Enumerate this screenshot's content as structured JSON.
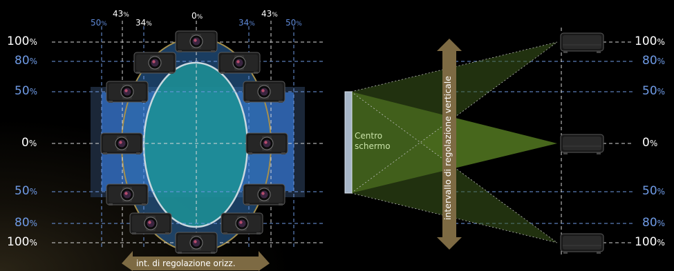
{
  "colors": {
    "background": "#000000",
    "white_line": "#d9d9d9",
    "blue_line": "#6f9be6",
    "screen_blue": "#2d5fa6",
    "ellipse_teal": "#1d8f95",
    "arrow_gold": "#7d6a43",
    "beam_green": "#5f8a26"
  },
  "icons": {
    "projector_front": "projector-front-icon",
    "projector_side": "projector-side-icon"
  },
  "top_labels": {
    "left_50": {
      "num": "50",
      "unit": "%"
    },
    "left_43": {
      "num": "43",
      "unit": "%"
    },
    "left_34": {
      "num": "34",
      "unit": "%"
    },
    "center_0": {
      "num": "0",
      "unit": "%"
    },
    "right_34": {
      "num": "34",
      "unit": "%"
    },
    "right_43": {
      "num": "43",
      "unit": "%"
    },
    "right_50": {
      "num": "50",
      "unit": "%"
    }
  },
  "left_labels": {
    "top_100": {
      "num": "100",
      "unit": "%"
    },
    "top_80": {
      "num": "80",
      "unit": "%"
    },
    "top_50": {
      "num": "50",
      "unit": "%"
    },
    "zero": {
      "num": "0",
      "unit": "%"
    },
    "bottom_50": {
      "num": "50",
      "unit": "%"
    },
    "bottom_80": {
      "num": "80",
      "unit": "%"
    },
    "bottom_100": {
      "num": "100",
      "unit": "%"
    }
  },
  "right_labels": {
    "top_100": {
      "num": "100",
      "unit": "%"
    },
    "top_80": {
      "num": "80",
      "unit": "%"
    },
    "top_50": {
      "num": "50",
      "unit": "%"
    },
    "zero": {
      "num": "0",
      "unit": "%"
    },
    "bottom_50": {
      "num": "50",
      "unit": "%"
    },
    "bottom_80": {
      "num": "80",
      "unit": "%"
    },
    "bottom_100": {
      "num": "100",
      "unit": "%"
    }
  },
  "screen_center_label": {
    "line1": "Centro",
    "line2": "schermo"
  },
  "horizontal_range_label": "int. di regolazione orizz.",
  "vertical_range_label": "intervallo di regolazione verticale"
}
